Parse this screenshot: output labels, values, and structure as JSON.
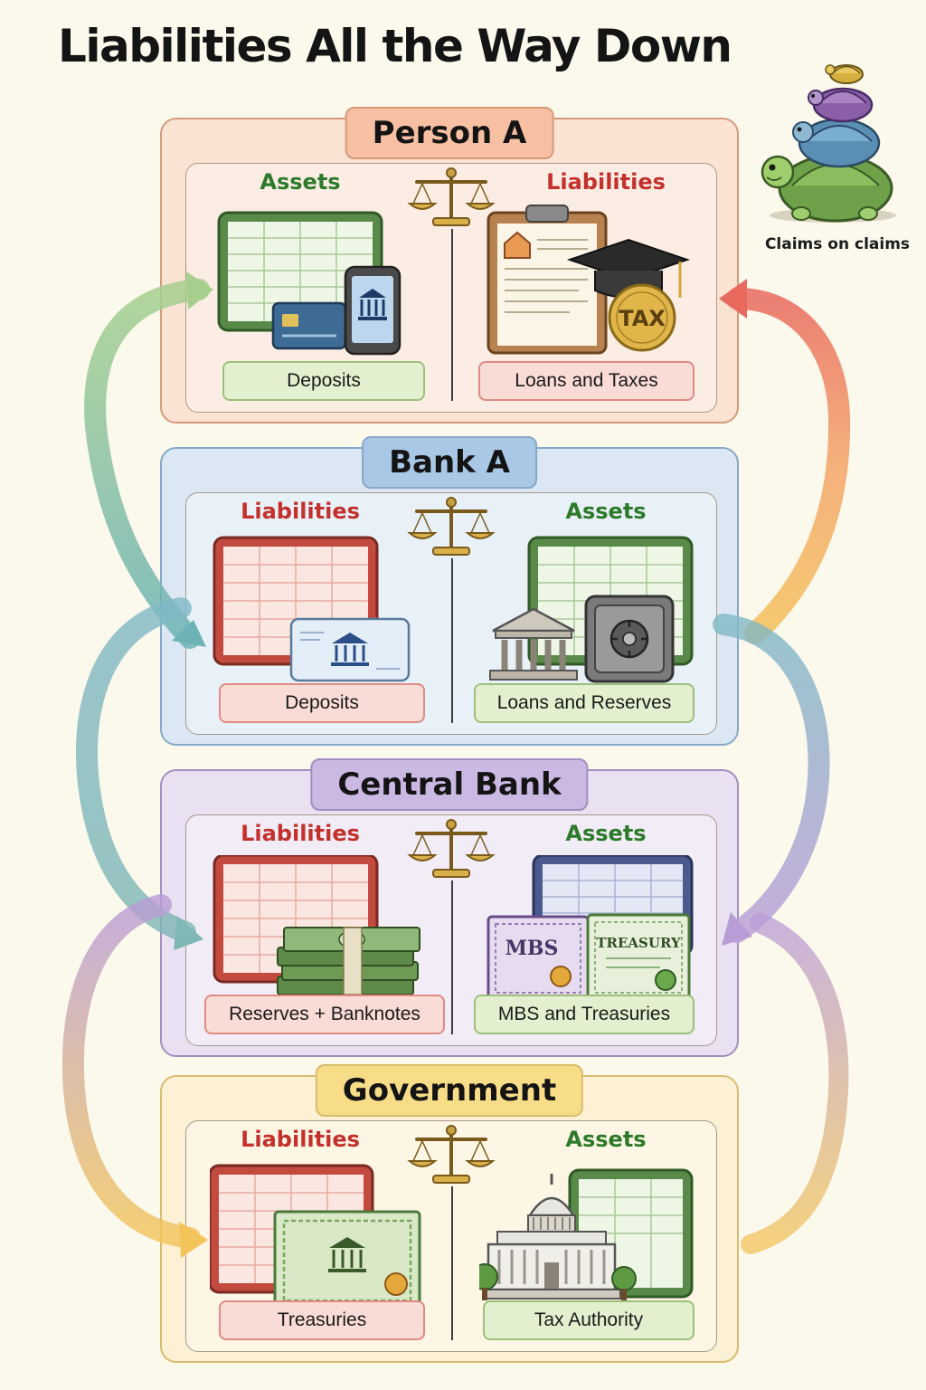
{
  "title": "Liabilities All the Way Down",
  "corner": {
    "caption": "Claims on claims",
    "icon": "stacked-turtles-icon"
  },
  "sections": [
    {
      "id": "person-a",
      "name": "Person A",
      "left_heading": "Assets",
      "right_heading": "Liabilities",
      "left_label": "Deposits",
      "right_label": "Loans and Taxes",
      "colors": {
        "panel": "#fbe3d4",
        "border": "#d49a7a",
        "header": "#f7c0a3"
      }
    },
    {
      "id": "bank-a",
      "name": "Bank A",
      "left_heading": "Liabilities",
      "right_heading": "Assets",
      "left_label": "Deposits",
      "right_label": "Loans and Reserves",
      "colors": {
        "panel": "#dbe8f4",
        "border": "#86a8c8",
        "header": "#a9c8e6"
      }
    },
    {
      "id": "central-bank",
      "name": "Central Bank",
      "left_heading": "Liabilities",
      "right_heading": "Assets",
      "left_label": "Reserves + Banknotes",
      "right_label": "MBS and Treasuries",
      "colors": {
        "panel": "#e9e0f1",
        "border": "#a38fbf",
        "header": "#cbb8e3"
      }
    },
    {
      "id": "government",
      "name": "Government",
      "left_heading": "Liabilities",
      "right_heading": "Assets",
      "left_label": "Treasuries",
      "right_label": "Tax Authority",
      "colors": {
        "panel": "#fcf1d4",
        "border": "#d9bc6e",
        "header": "#f7dd88"
      }
    }
  ],
  "illustration_text": {
    "tax_coin": "TAX",
    "mbs_certificate": "MBS",
    "treasury_certificate": "TREASURY"
  },
  "icons": [
    "balance-scale-icon",
    "spreadsheet-icon",
    "credit-card-icon",
    "phone-bank-icon",
    "clipboard-icon",
    "house-icon",
    "graduation-cap-icon",
    "tax-coin-icon",
    "bank-card-icon",
    "bank-building-icon",
    "vault-safe-icon",
    "banknote-stack-icon",
    "certificate-icon",
    "capitol-building-icon",
    "tree-icon"
  ],
  "arrow_colors": {
    "green": "#8cc37a",
    "teal": "#6fb5b7",
    "purple": "#b69ad4",
    "gold": "#f0c257",
    "orange_red": "#f28f63",
    "blue_teal": "#7fb8c4"
  },
  "accent_colors": {
    "asset_text": "#2d7a2a",
    "liability_text": "#c4302b",
    "title_text": "#141414"
  }
}
